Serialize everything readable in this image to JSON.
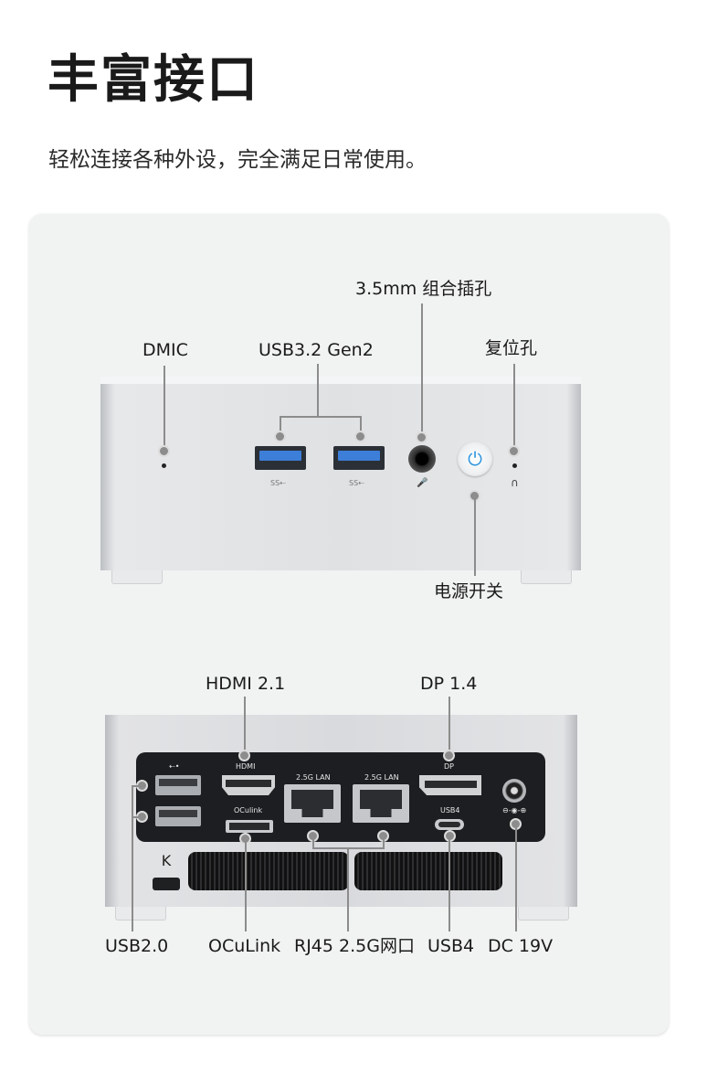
{
  "header": {
    "title": "丰富接口",
    "subtitle": "轻松连接各种外设，完全满足日常使用。"
  },
  "front": {
    "labels": {
      "combo_jack": "3.5mm 组合插孔",
      "dmic": "DMIC",
      "usb32": "USB3.2 Gen2",
      "reset": "复位孔",
      "power_switch": "电源开关"
    },
    "port_marks": {
      "ss_usb": "SS⇠",
      "mic": "🎤",
      "headphone": "∩"
    }
  },
  "rear": {
    "labels": {
      "hdmi": "HDMI 2.1",
      "dp": "DP 1.4",
      "usb20": "USB2.0",
      "oculink": "OCuLink",
      "rj45": "RJ45 2.5G网口",
      "usb4": "USB4",
      "dc": "DC 19V"
    },
    "panel_text": {
      "usb_sym": "⇠•",
      "hdmi": "HDMI",
      "oculink": "OCulink",
      "lan1": "2.5G LAN",
      "lan2": "2.5G LAN",
      "dp": "DP",
      "usb4": "USB4",
      "dc": "⊖-◉-⊕",
      "kensington": "K"
    }
  },
  "colors": {
    "accent_usb": "#3d7ed8",
    "power_icon": "#2c95dd",
    "panel_bg": "#f1f2f2",
    "leader": "#8c8c8c"
  }
}
